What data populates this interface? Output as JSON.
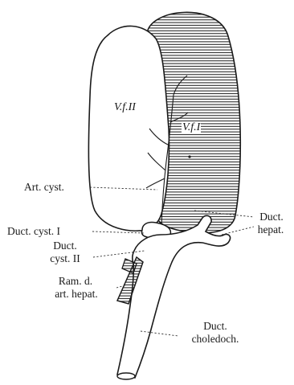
{
  "labels": {
    "vf2": "V.f.II",
    "vf1": "V.f.I",
    "art_cyst": "Art. cyst.",
    "duct_cyst_1": "Duct. cyst. I",
    "duct_cyst_2_line1": "Duct.",
    "duct_cyst_2_line2": "cyst. II",
    "duct_hepat_line1": "Duct.",
    "duct_hepat_line2": "hepat.",
    "ram_line1": "Ram. d.",
    "ram_line2": "art. hepat.",
    "duct_choled_line1": "Duct.",
    "duct_choled_line2": "choledoch."
  }
}
